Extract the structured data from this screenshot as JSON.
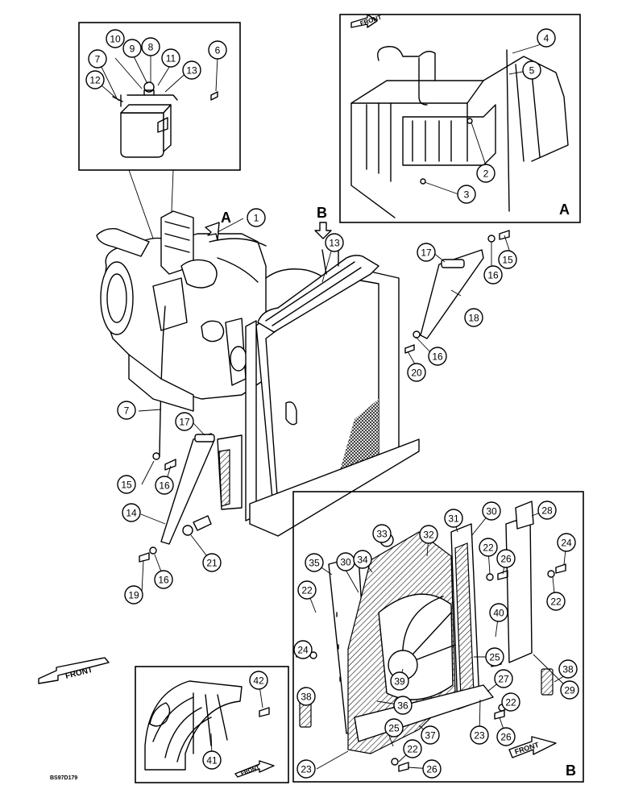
{
  "inset_labels": {
    "view_a": "A",
    "view_b": "B",
    "arrow_a": "A",
    "arrow_b": "B"
  },
  "front_labels": [
    "FRONT",
    "FRONT",
    "FRONT",
    "FRONT"
  ],
  "drawing_code": "BS97D179",
  "parts": [
    {
      "id": "p1",
      "n": "1"
    },
    {
      "id": "p2",
      "n": "2"
    },
    {
      "id": "p3",
      "n": "3"
    },
    {
      "id": "p4",
      "n": "4"
    },
    {
      "id": "p5",
      "n": "5"
    },
    {
      "id": "p6",
      "n": "6"
    },
    {
      "id": "p7a",
      "n": "7"
    },
    {
      "id": "p7b",
      "n": "7"
    },
    {
      "id": "p8",
      "n": "8"
    },
    {
      "id": "p9",
      "n": "9"
    },
    {
      "id": "p10",
      "n": "10"
    },
    {
      "id": "p11",
      "n": "11"
    },
    {
      "id": "p12",
      "n": "12"
    },
    {
      "id": "p13a",
      "n": "13"
    },
    {
      "id": "p13b",
      "n": "13"
    },
    {
      "id": "p14",
      "n": "14"
    },
    {
      "id": "p15a",
      "n": "15"
    },
    {
      "id": "p15b",
      "n": "15"
    },
    {
      "id": "p16a",
      "n": "16"
    },
    {
      "id": "p16b",
      "n": "16"
    },
    {
      "id": "p16c",
      "n": "16"
    },
    {
      "id": "p16d",
      "n": "16"
    },
    {
      "id": "p17a",
      "n": "17"
    },
    {
      "id": "p17b",
      "n": "17"
    },
    {
      "id": "p18",
      "n": "18"
    },
    {
      "id": "p19",
      "n": "19"
    },
    {
      "id": "p20",
      "n": "20"
    },
    {
      "id": "p21",
      "n": "21"
    },
    {
      "id": "p22a",
      "n": "22"
    },
    {
      "id": "p22b",
      "n": "22"
    },
    {
      "id": "p22c",
      "n": "22"
    },
    {
      "id": "p22d",
      "n": "22"
    },
    {
      "id": "p22e",
      "n": "22"
    },
    {
      "id": "p23a",
      "n": "23"
    },
    {
      "id": "p23b",
      "n": "23"
    },
    {
      "id": "p24a",
      "n": "24"
    },
    {
      "id": "p24b",
      "n": "24"
    },
    {
      "id": "p25a",
      "n": "25"
    },
    {
      "id": "p25b",
      "n": "25"
    },
    {
      "id": "p26a",
      "n": "26"
    },
    {
      "id": "p26b",
      "n": "26"
    },
    {
      "id": "p26c",
      "n": "26"
    },
    {
      "id": "p27",
      "n": "27"
    },
    {
      "id": "p28",
      "n": "28"
    },
    {
      "id": "p29",
      "n": "29"
    },
    {
      "id": "p30a",
      "n": "30"
    },
    {
      "id": "p30b",
      "n": "30"
    },
    {
      "id": "p31",
      "n": "31"
    },
    {
      "id": "p32",
      "n": "32"
    },
    {
      "id": "p33",
      "n": "33"
    },
    {
      "id": "p34",
      "n": "34"
    },
    {
      "id": "p35",
      "n": "35"
    },
    {
      "id": "p36",
      "n": "36"
    },
    {
      "id": "p37",
      "n": "37"
    },
    {
      "id": "p38a",
      "n": "38"
    },
    {
      "id": "p38b",
      "n": "38"
    },
    {
      "id": "p39",
      "n": "39"
    },
    {
      "id": "p40",
      "n": "40"
    },
    {
      "id": "p41",
      "n": "41"
    },
    {
      "id": "p42",
      "n": "42"
    }
  ]
}
